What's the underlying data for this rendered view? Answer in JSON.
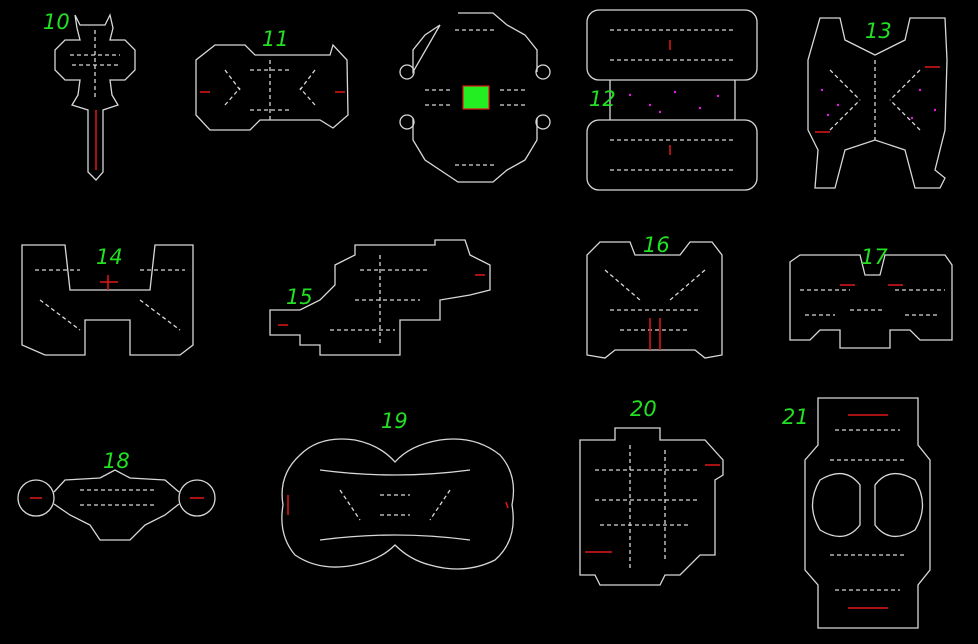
{
  "title": "Map layouts overview",
  "colors": {
    "background": "#000000",
    "lines": "#d8d8d8",
    "labels": "#22e022",
    "markers": "#e01818",
    "highlight": "#22ee22"
  },
  "maps": [
    {
      "id": "map-10",
      "label": "10"
    },
    {
      "id": "map-11",
      "label": "11"
    },
    {
      "id": "map-unlabeled",
      "label": ""
    },
    {
      "id": "map-12",
      "label": "12"
    },
    {
      "id": "map-13",
      "label": "13"
    },
    {
      "id": "map-14",
      "label": "14"
    },
    {
      "id": "map-15",
      "label": "15"
    },
    {
      "id": "map-16",
      "label": "16"
    },
    {
      "id": "map-17",
      "label": "17"
    },
    {
      "id": "map-18",
      "label": "18"
    },
    {
      "id": "map-19",
      "label": "19"
    },
    {
      "id": "map-20",
      "label": "20"
    },
    {
      "id": "map-21",
      "label": "21"
    }
  ]
}
